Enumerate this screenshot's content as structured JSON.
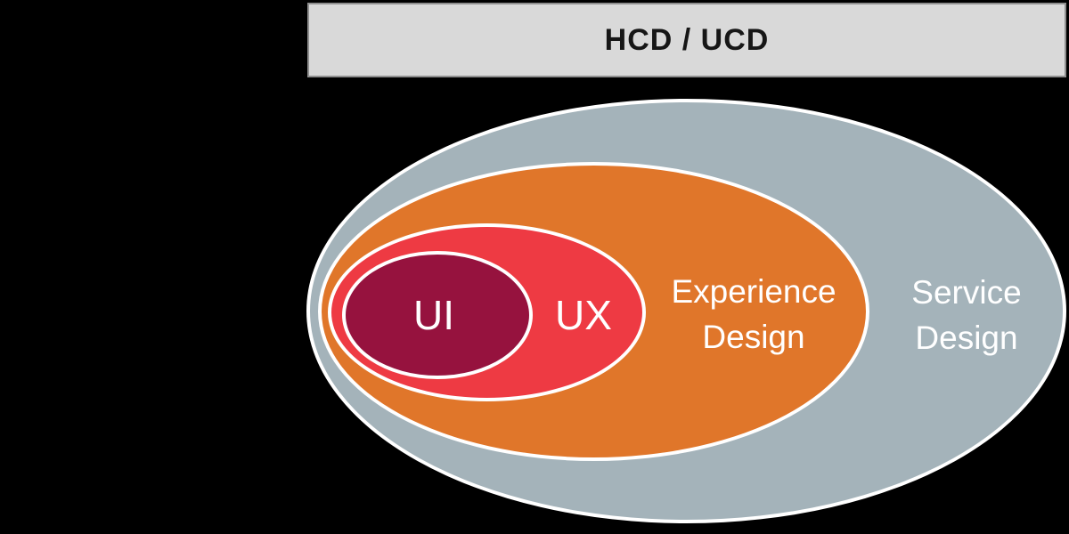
{
  "title_bar": {
    "label": "HCD / UCD",
    "background": "#d9d9d9",
    "text_color": "#161616"
  },
  "ellipses": {
    "service": {
      "line1": "Service",
      "line2": "Design",
      "fill": "#a4b3ba"
    },
    "experience": {
      "line1": "Experience",
      "line2": "Design",
      "fill": "#e0762a"
    },
    "ux": {
      "label": "UX",
      "fill": "#ee3a43"
    },
    "ui": {
      "label": "UI",
      "fill": "#96123e"
    }
  },
  "colors": {
    "background": "#000000",
    "ellipse_border": "#ffffff",
    "label_text": "#ffffff"
  }
}
